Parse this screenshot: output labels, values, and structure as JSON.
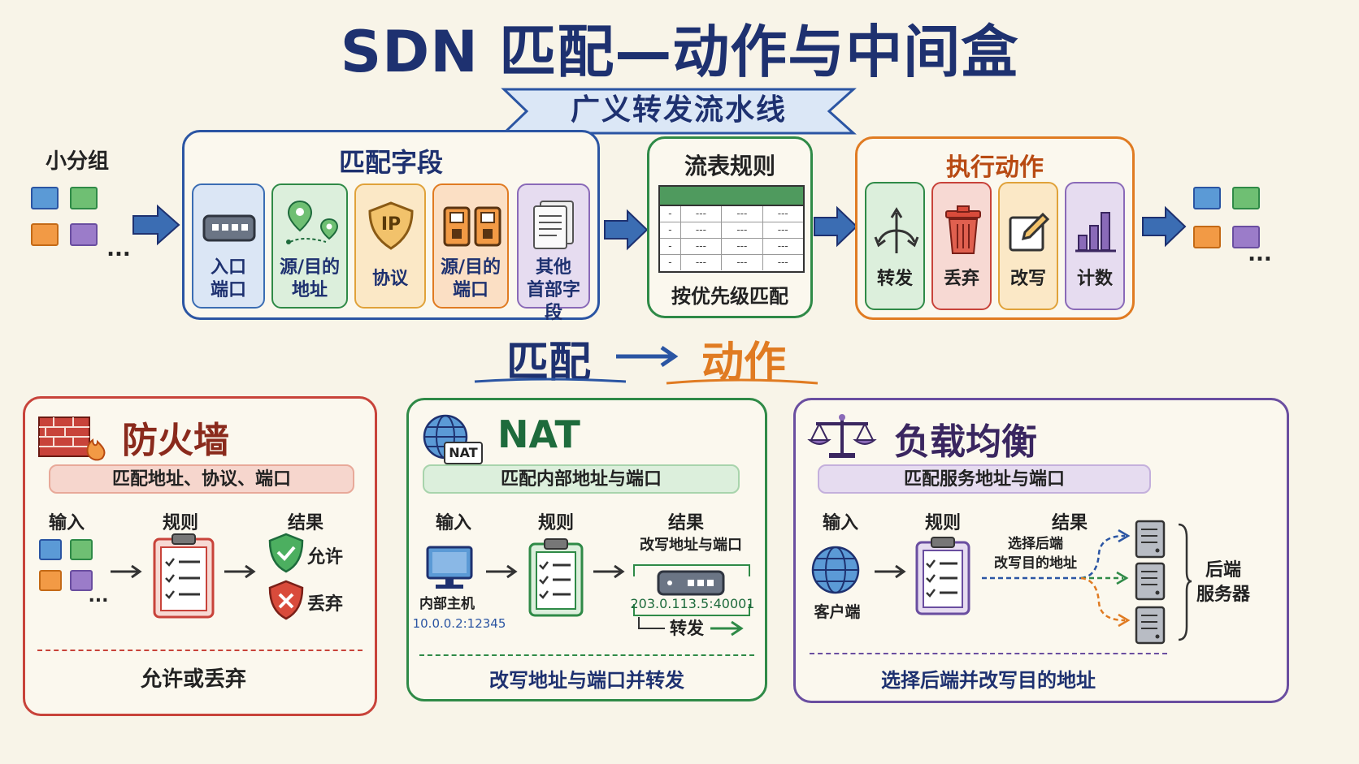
{
  "title": "SDN 匹配—动作与中间盒",
  "subtitle": "广义转发流水线",
  "pipeline": {
    "packets_label": "小分组",
    "ellipsis": "...",
    "match": {
      "title": "匹配字段",
      "fields": [
        {
          "label": "入口\n端口",
          "icon": "switch-icon"
        },
        {
          "label": "源/目的\n地址",
          "icon": "location-pins-icon"
        },
        {
          "label": "协议",
          "icon": "ip-shield-icon",
          "icon_text": "IP"
        },
        {
          "label": "源/目的\n端口",
          "icon": "port-blocks-icon"
        },
        {
          "label": "其他\n首部字段",
          "icon": "document-icon"
        }
      ]
    },
    "flow_table": {
      "title": "流表规则",
      "cell": "---",
      "footer": "按优先级匹配"
    },
    "actions": {
      "title": "执行动作",
      "items": [
        {
          "label": "转发",
          "icon": "fork-arrow-icon"
        },
        {
          "label": "丢弃",
          "icon": "trash-icon"
        },
        {
          "label": "改写",
          "icon": "edit-icon"
        },
        {
          "label": "计数",
          "icon": "bar-chart-icon"
        }
      ]
    }
  },
  "match_action": {
    "match": "匹配",
    "action": "动作"
  },
  "firewall": {
    "title": "防火墙",
    "match": "匹配地址、协议、端口",
    "input": "输入",
    "rule": "规则",
    "result": "结果",
    "allow": "允许",
    "drop": "丢弃",
    "ellipsis": "...",
    "footer": "允许或丢弃"
  },
  "nat": {
    "title": "NAT",
    "badge": "NAT",
    "match": "匹配内部地址与端口",
    "input": "输入",
    "rule": "规则",
    "result": "结果",
    "rewrite": "改写地址与端口",
    "host": "内部主机",
    "inner_addr": "10.0.0.2:12345",
    "outer_addr": "203.0.113.5:40001",
    "forward": "转发",
    "footer": "改写地址与端口并转发"
  },
  "load_balancer": {
    "title": "负载均衡",
    "match": "匹配服务地址与端口",
    "input": "输入",
    "rule": "规则",
    "result": "结果",
    "select": "选择后端\n改写目的地址",
    "client": "客户端",
    "backend": "后端\n服务器",
    "footer": "选择后端并改写目的地址"
  },
  "colors": {
    "navy": "#1e3170",
    "blue": "#2b55a3",
    "green": "#2f8a47",
    "orange": "#e07b22",
    "red": "#c8433a",
    "purple": "#6a4ea0",
    "dark_green": "#1e6b3c"
  }
}
